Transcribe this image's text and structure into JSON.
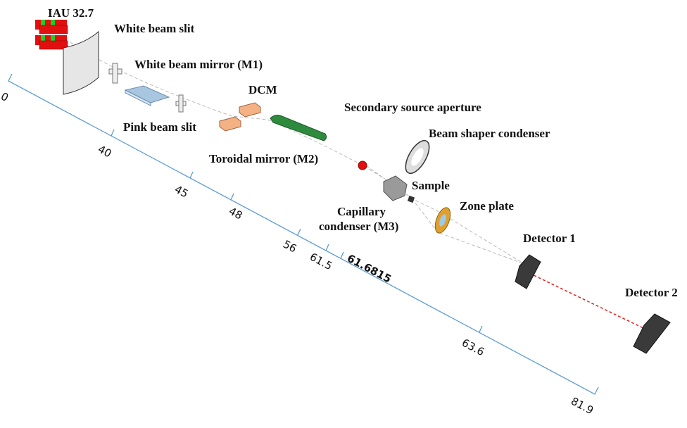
{
  "labels": {
    "iau": "IAU 32.7",
    "white_beam_slit": "White beam slit",
    "white_beam_mirror": "White beam mirror (M1)",
    "dcm": "DCM",
    "pink_beam_slit": "Pink beam slit",
    "secondary_source_aperture": "Secondary source aperture",
    "beam_shaper_condenser": "Beam shaper condenser",
    "toroidal_mirror": "Toroidal mirror (M2)",
    "sample": "Sample",
    "zone_plate": "Zone plate",
    "capillary_condenser_line1": "Capillary",
    "capillary_condenser_line2": "condenser (M3)",
    "detector1": "Detector 1",
    "detector2": "Detector 2"
  },
  "axis": {
    "ticks": [
      "0",
      "40",
      "45",
      "48",
      "56",
      "61.5",
      "61.6815",
      "63.6",
      "81.9"
    ],
    "color": "#5b9bd5"
  },
  "colors": {
    "undulator_red": "#e01010",
    "undulator_green": "#22cc22",
    "dcm_crystal": "#f4b183",
    "toroidal_mirror": "#2e8b3e",
    "pink_mirror": "#a9c6e0",
    "detector": "#3a3a3a",
    "detector_beam": "#e02020"
  }
}
